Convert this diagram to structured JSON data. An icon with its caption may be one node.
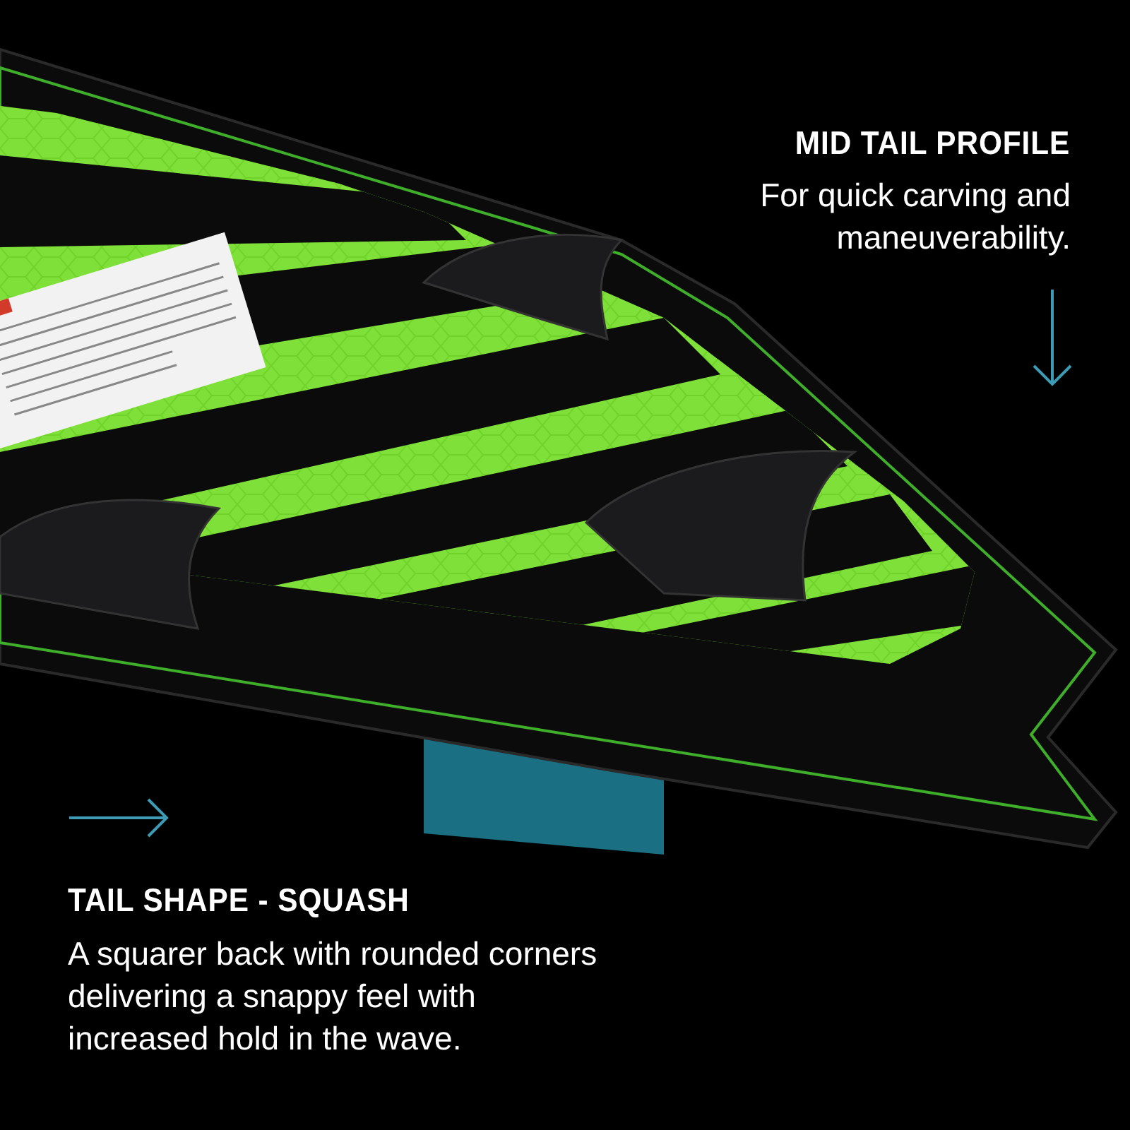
{
  "diagram": {
    "labels": [
      "MID TAIL PROFILE",
      "For quick carving and maneuverability.",
      "TAIL SHAPE - SQUASH",
      "A squarer back with rounded corners delivering a snappy feel with increased hold in the wave."
    ]
  }
}
